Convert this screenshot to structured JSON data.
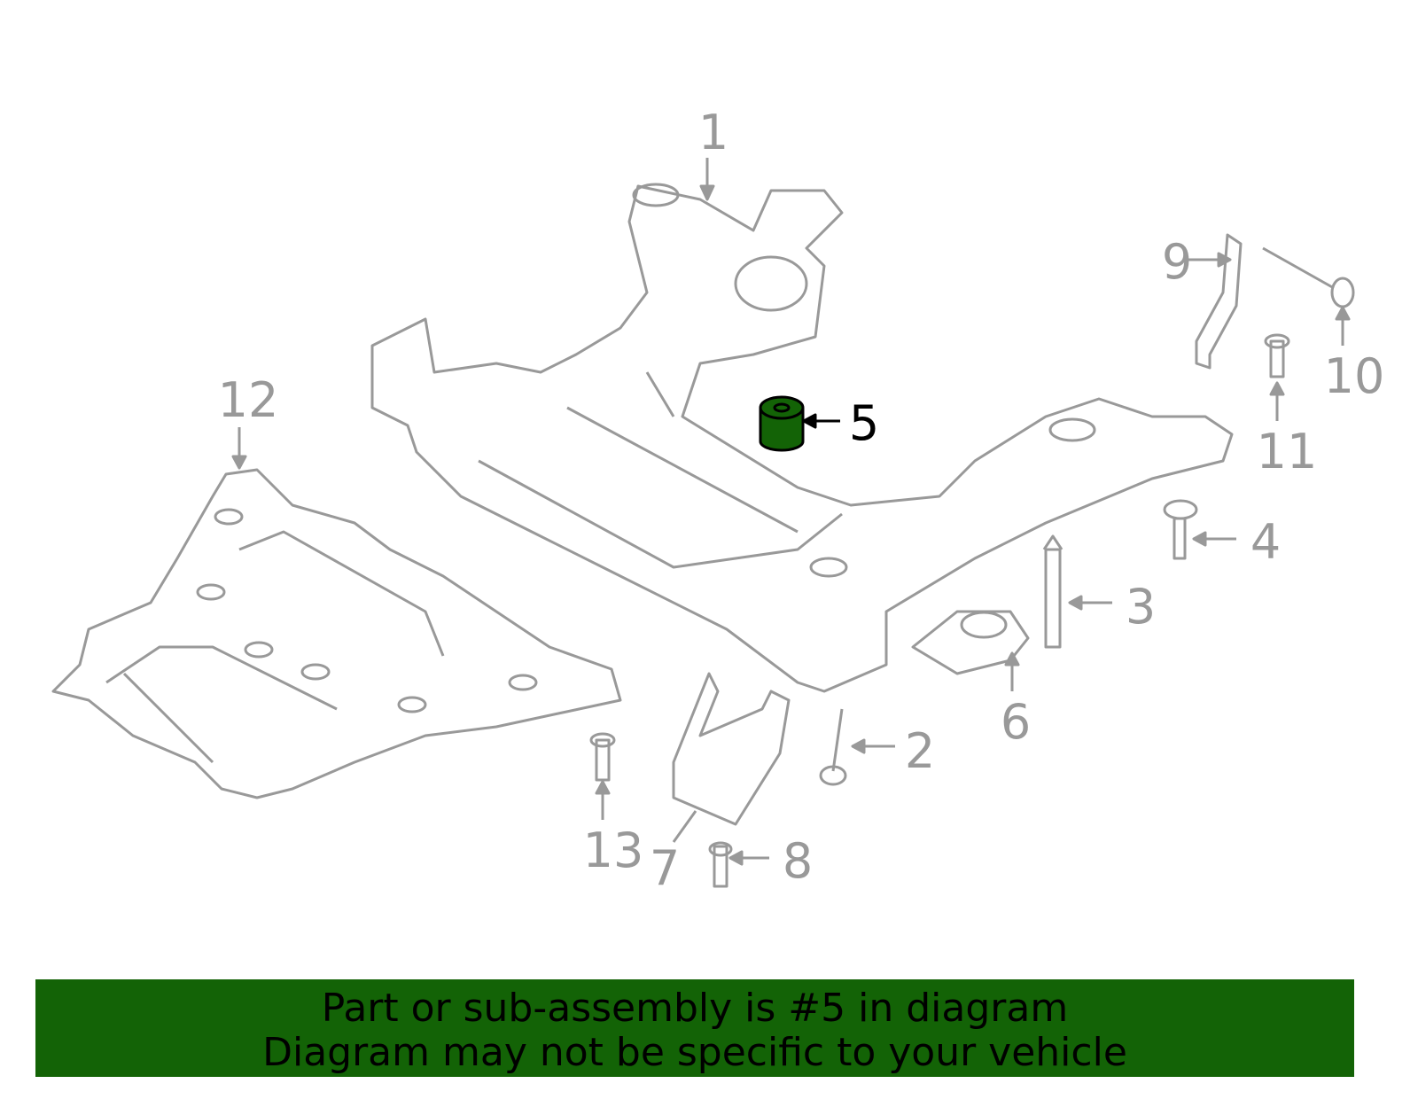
{
  "diagram": {
    "callouts": [
      "1",
      "2",
      "3",
      "4",
      "5",
      "6",
      "7",
      "8",
      "9",
      "10",
      "11",
      "12",
      "13"
    ],
    "highlighted_part": "5",
    "highlight_color": "#136306",
    "line_color": "#999999"
  },
  "banner": {
    "line1": "Part or sub-assembly is #5 in diagram",
    "line2": "Diagram may not be specific to your vehicle",
    "background": "#136306"
  }
}
